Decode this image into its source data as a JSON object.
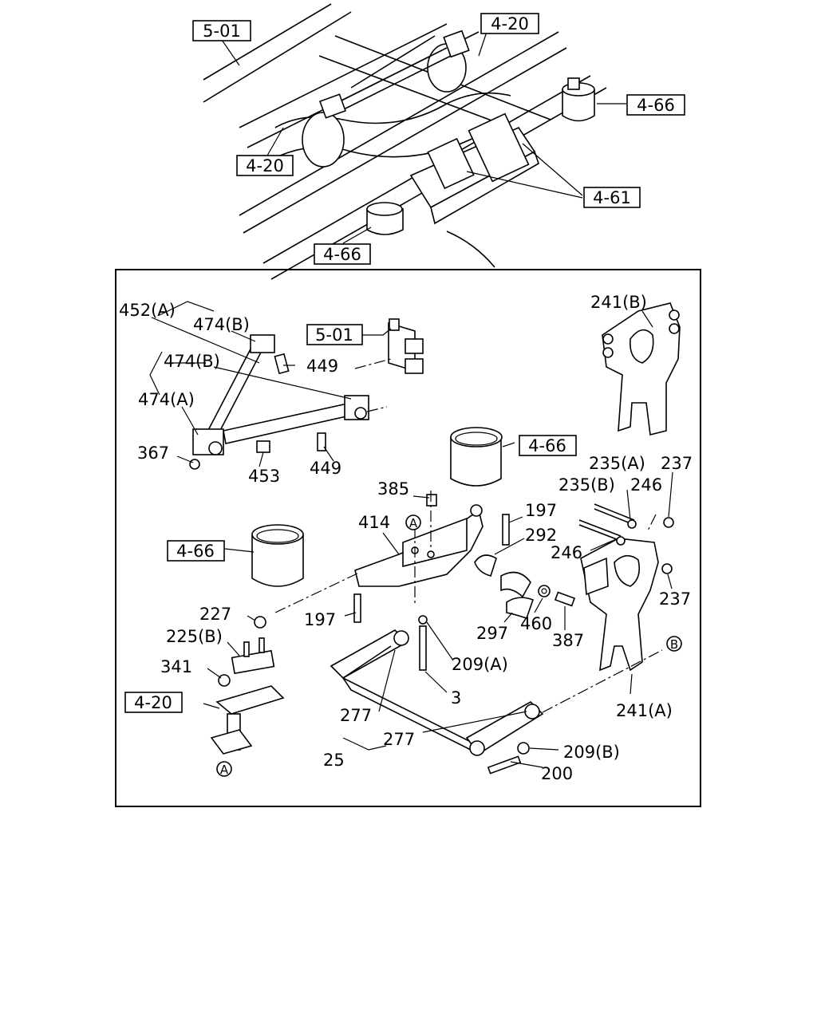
{
  "overview_refs": [
    "5-01",
    "4-20",
    "4-20",
    "4-66",
    "4-61",
    "4-66"
  ],
  "detail_refs": [
    "5-01",
    "4-66",
    "4-66",
    "4-20"
  ],
  "callouts": {
    "A": "A",
    "B": "B"
  },
  "part_labels": [
    "452(A)",
    "474(B)",
    "474(B)",
    "474(A)",
    "449",
    "449",
    "367",
    "453",
    "241(B)",
    "385",
    "414",
    "197",
    "292",
    "235(A)",
    "237",
    "235(B)",
    "246",
    "246",
    "237",
    "227",
    "225(B)",
    "197",
    "297",
    "460",
    "387",
    "209(A)",
    "341",
    "3",
    "241(A)",
    "277",
    "277",
    "25",
    "209(B)",
    "200"
  ]
}
